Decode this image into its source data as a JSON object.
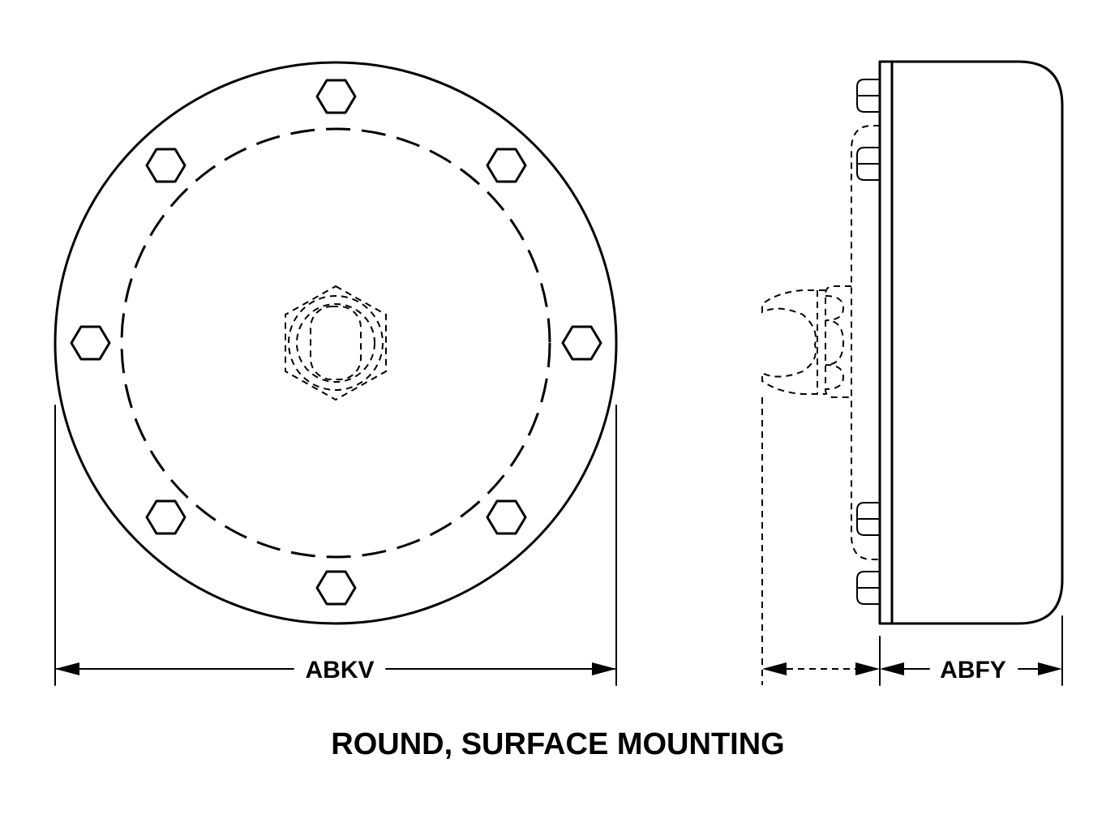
{
  "labels": {
    "dim_diameter": "ABKV",
    "dim_depth": "ABFY",
    "caption": "ROUND, SURFACE MOUNTING"
  },
  "colors": {
    "line": "#000000",
    "background": "#ffffff"
  }
}
